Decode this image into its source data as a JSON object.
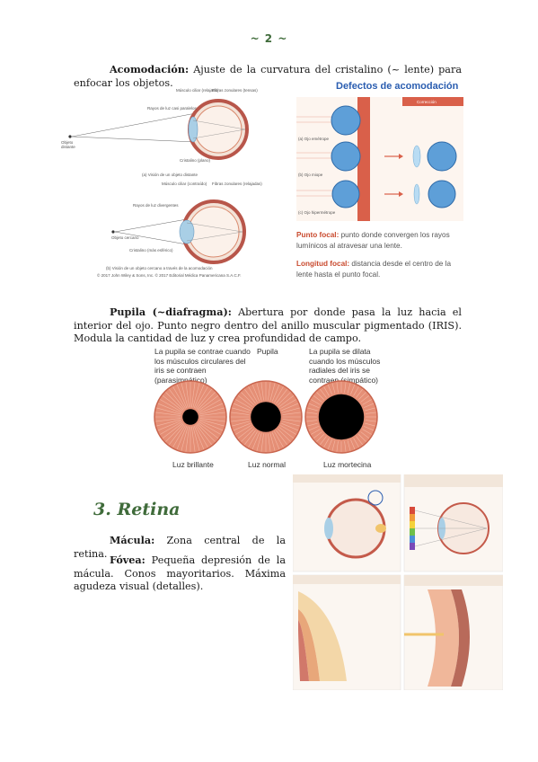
{
  "page_number": "~ 2 ~",
  "accommodation": {
    "term": "Acomodación:",
    "text": " Ajuste de la curvatura del cristalino (~ lente) para enfocar los objetos."
  },
  "figure_eye_accommodation": {
    "label_distant_object": "Objeto distante",
    "label_muscle_relaxed": "Músculo ciliar (relajado)",
    "label_zonular_tense": "Fibras zonulares (tensas)",
    "label_parallel_rays": "Rayos de luz casi paralelos",
    "label_lens_flat": "Cristalino (plano)",
    "caption_a": "(a) Visión de un objeto distante",
    "label_muscle_contracted": "Músculo ciliar (contraído)",
    "label_zonular_relaxed": "Fibras zonulares (relajadas)",
    "label_diverging_rays": "Rayos de luz divergentes",
    "label_near_object": "Objeto cercano",
    "label_lens_round": "Cristalino (más esférico)",
    "caption_b": "(b) Visión de un objeto cercano a través de la acomodación",
    "copyright": "© 2017 John Wiley & Sons, Inc. © 2017 Editorial Médica Panamericana S.A.C.F."
  },
  "figure_defects": {
    "title": "Defectos de acomodación",
    "label_emmetropic": "(a) Ojo emétrope",
    "label_myopic": "(b) Ojo miope",
    "label_hyperopic": "(c) Ojo hipermétrope",
    "label_correction": "Corrección",
    "focal_point_term": "Punto focal:",
    "focal_point_text": " punto donde convergen los rayos lumínicos al atravesar una lente.",
    "focal_length_term": "Longitud focal:",
    "focal_length_text": " distancia desde el centro de la lente hasta el punto focal."
  },
  "pupil": {
    "term": "Pupila (~diafragma):",
    "text": " Abertura por donde pasa la luz hacia el interior del ojo. Punto negro dentro del anillo muscular pigmentado (IRIS). Modula la cantidad de luz y crea profundidad de campo."
  },
  "figure_pupil": {
    "label_contract": "La pupila se contrae cuando los músculos circulares del iris se contraen (parasimpático)",
    "label_pupil": "Pupila",
    "label_dilate": "La pupila se dilata cuando los músculos radiales del iris se contraen (simpático)",
    "caption_bright": "Luz brillante",
    "caption_normal": "Luz normal",
    "caption_dim": "Luz mortecina",
    "pupil_fraction_bright": 0.22,
    "pupil_fraction_normal": 0.42,
    "pupil_fraction_dim": 0.63
  },
  "retina": {
    "section_title": "3. Retina",
    "macula_term": "Mácula:",
    "macula_text": " Zona central de la retina.",
    "fovea_term": "Fóvea:",
    "fovea_text": " Pequeña depresión de la mácula. Conos mayoritarios. Máxima agudeza visual (detalles)."
  },
  "colors": {
    "accent_green": "#3f6b3a",
    "defect_blue": "#2a5db0",
    "focal_red": "#c94a2e",
    "iris": "#e58f76"
  }
}
